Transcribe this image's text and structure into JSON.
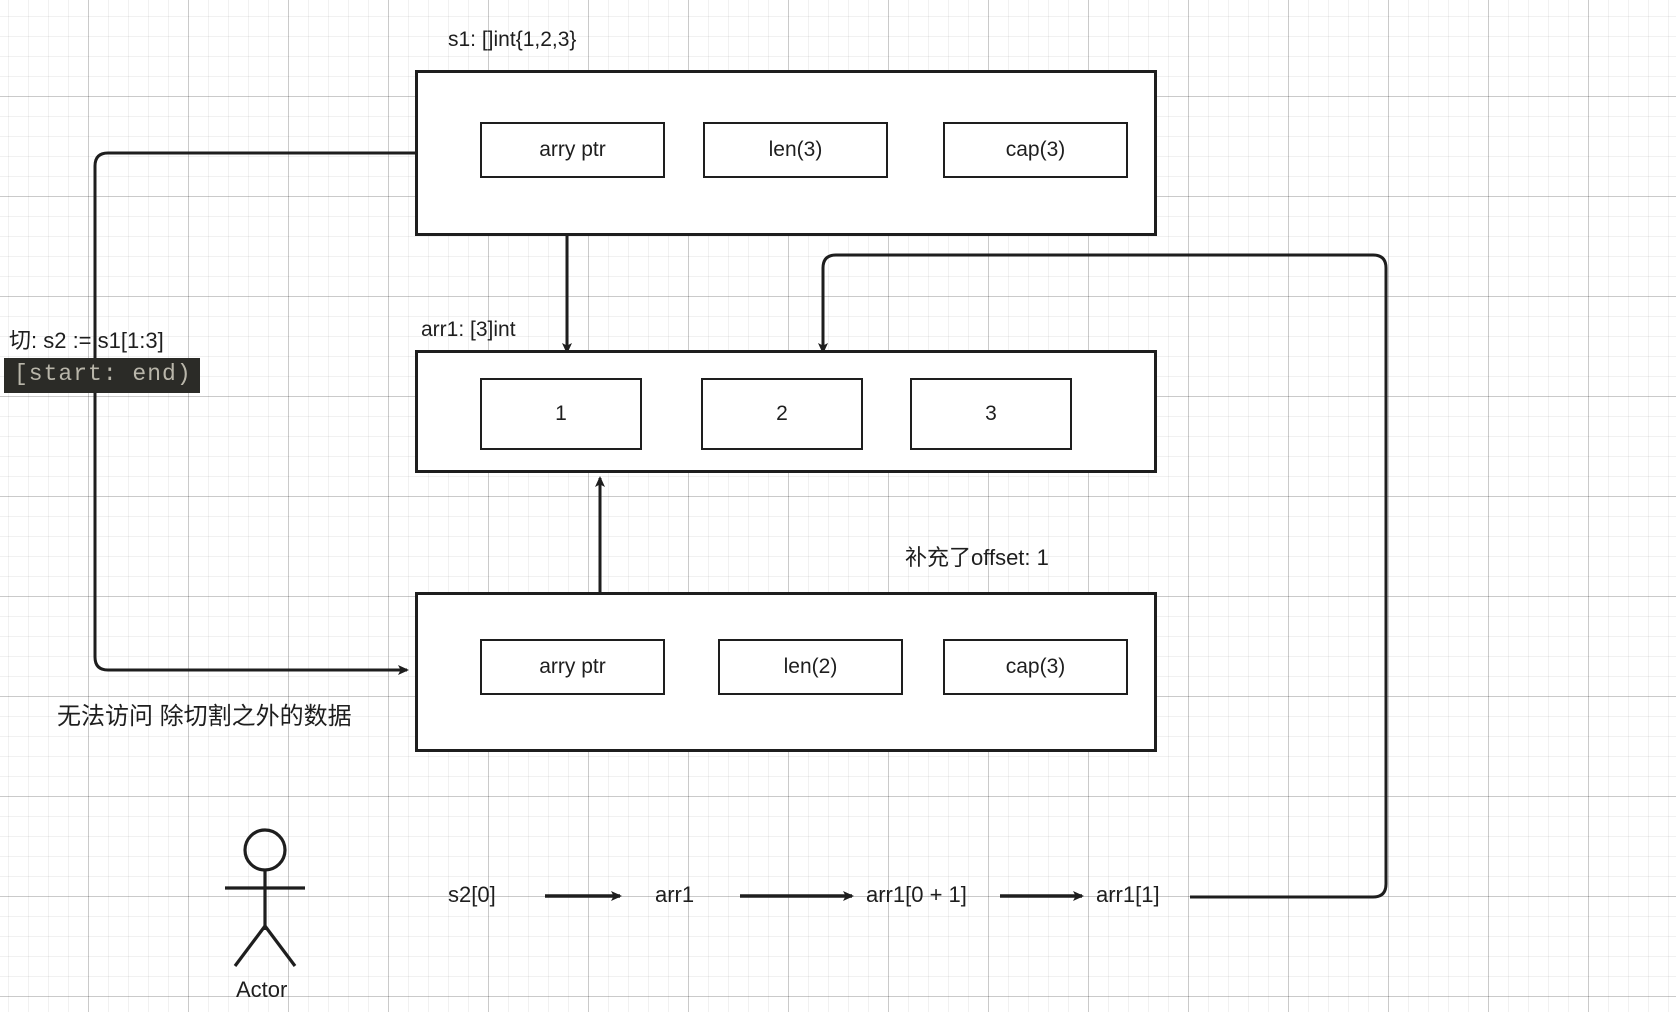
{
  "diagram": {
    "title_s1": "s1: []int{1,2,3}",
    "title_arr1": "arr1: [3]int",
    "note_offset": "补充了offset: 1",
    "note_slice": "切: s2 := s1[1:3]",
    "code_chip": "[start: end)",
    "note_no_access": "无法访问 除切割之外的数据",
    "actor_label": "Actor",
    "colors": {
      "stroke": "#1e1e1e",
      "canvas": "#ffffff",
      "chip_bg": "#2b2b27",
      "chip_fg": "#b9b6aa",
      "grid_minor": "#f0f0f0",
      "grid_major": "#d9d9d9"
    },
    "s1_struct": {
      "name": "s1",
      "fields": [
        {
          "label": "arry ptr"
        },
        {
          "label": "len(3)"
        },
        {
          "label": "cap(3)"
        }
      ]
    },
    "arr1_array": {
      "name": "arr1",
      "elements": [
        {
          "label": "1"
        },
        {
          "label": "2"
        },
        {
          "label": "3"
        }
      ]
    },
    "s2_struct": {
      "name": "s2",
      "fields": [
        {
          "label": "arry ptr"
        },
        {
          "label": "len(2)"
        },
        {
          "label": "cap(3)"
        }
      ]
    },
    "flow": {
      "steps": [
        {
          "label": "s2[0]"
        },
        {
          "label": "arr1"
        },
        {
          "label": "arr1[0 + 1]"
        },
        {
          "label": "arr1[1]"
        }
      ]
    }
  }
}
